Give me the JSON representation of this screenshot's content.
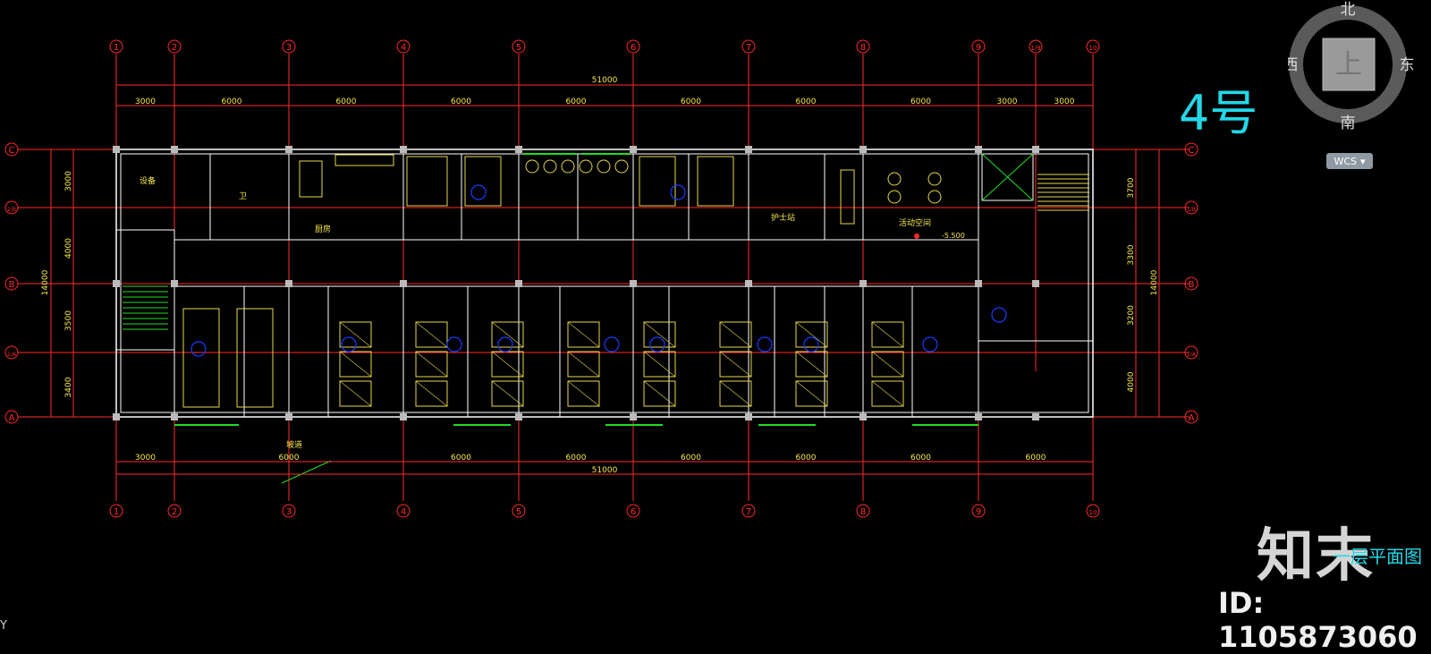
{
  "title": "4号",
  "view_cube": {
    "north": "北",
    "south": "南",
    "east": "东",
    "west": "西",
    "face": "上"
  },
  "wcs_label": "WCS",
  "brand": "知末",
  "plan_title": "一层平面图",
  "id_text": "ID: 1105873060",
  "ucs_label": "Y",
  "colors": {
    "axis": "#ff2a2a",
    "wall": "#ffffff",
    "furniture": "#e6d84a",
    "bubble": "#1a3cff",
    "window": "#22dd22",
    "dim_text": "#f5e84a",
    "cyan": "#22d8e8"
  },
  "grid_top": [
    "1",
    "2",
    "3",
    "4",
    "5",
    "6",
    "7",
    "8",
    "9",
    "1/9",
    "10"
  ],
  "grid_bottom": [
    "1",
    "2",
    "3",
    "4",
    "5",
    "6",
    "7",
    "8",
    "9",
    "10"
  ],
  "grid_left": [
    "C",
    "2/B",
    "B",
    "1/A",
    "A"
  ],
  "grid_right": [
    "C",
    "1/B",
    "B",
    "1/A",
    "A"
  ],
  "dims_top_total": "51000",
  "dims_top": [
    "3000",
    "6000",
    "6000",
    "6000",
    "6000",
    "6000",
    "6000",
    "6000",
    "3000",
    "3000"
  ],
  "dims_bottom": [
    "3000",
    "6000",
    "6000",
    "6000",
    "6000",
    "6000",
    "6000",
    "6000"
  ],
  "dims_bottom_total": "51000",
  "dims_left_total": "14000",
  "dims_left": [
    "3000",
    "4000",
    "3500",
    "3400"
  ],
  "dims_right_total": "14000",
  "dims_right": [
    "3700",
    "3300",
    "3200",
    "4000"
  ],
  "room_labels": {
    "equipment": "设备",
    "toilet": "卫",
    "kitchen": "厨房",
    "nurse_station": "护士站",
    "activity": "活动空间",
    "level": "-5.500",
    "ramp": "坡道"
  }
}
